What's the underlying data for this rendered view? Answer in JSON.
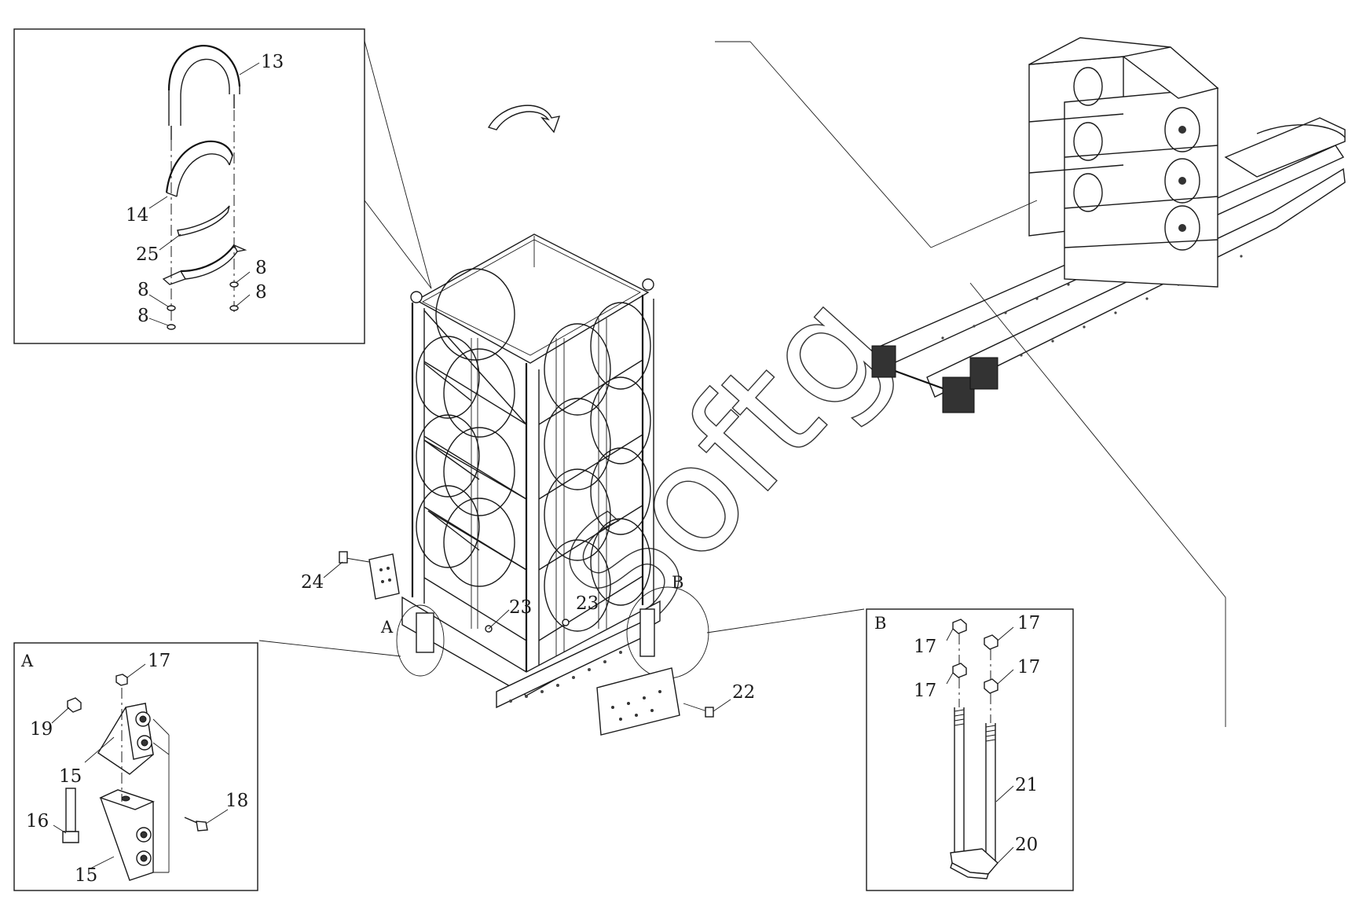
{
  "watermark": "Softg",
  "detail_a": {
    "tag": "A",
    "callouts": {
      "c17": "17",
      "c19": "19",
      "c15a": "15",
      "c15b": "15",
      "c16": "16",
      "c18": "18"
    }
  },
  "detail_b": {
    "tag": "B",
    "callouts": {
      "c17a": "17",
      "c17b": "17",
      "c17c": "17",
      "c17d": "17",
      "c21": "21",
      "c20": "20"
    }
  },
  "detail_strap": {
    "callouts": {
      "c13": "13",
      "c14": "14",
      "c25": "25",
      "c8a": "8",
      "c8b": "8",
      "c8c": "8",
      "c8d": "8"
    }
  },
  "main_view": {
    "callouts": {
      "c24": "24",
      "c23a": "23",
      "c23b": "23",
      "c22": "22",
      "tagA": "A",
      "tagB": "B"
    }
  }
}
